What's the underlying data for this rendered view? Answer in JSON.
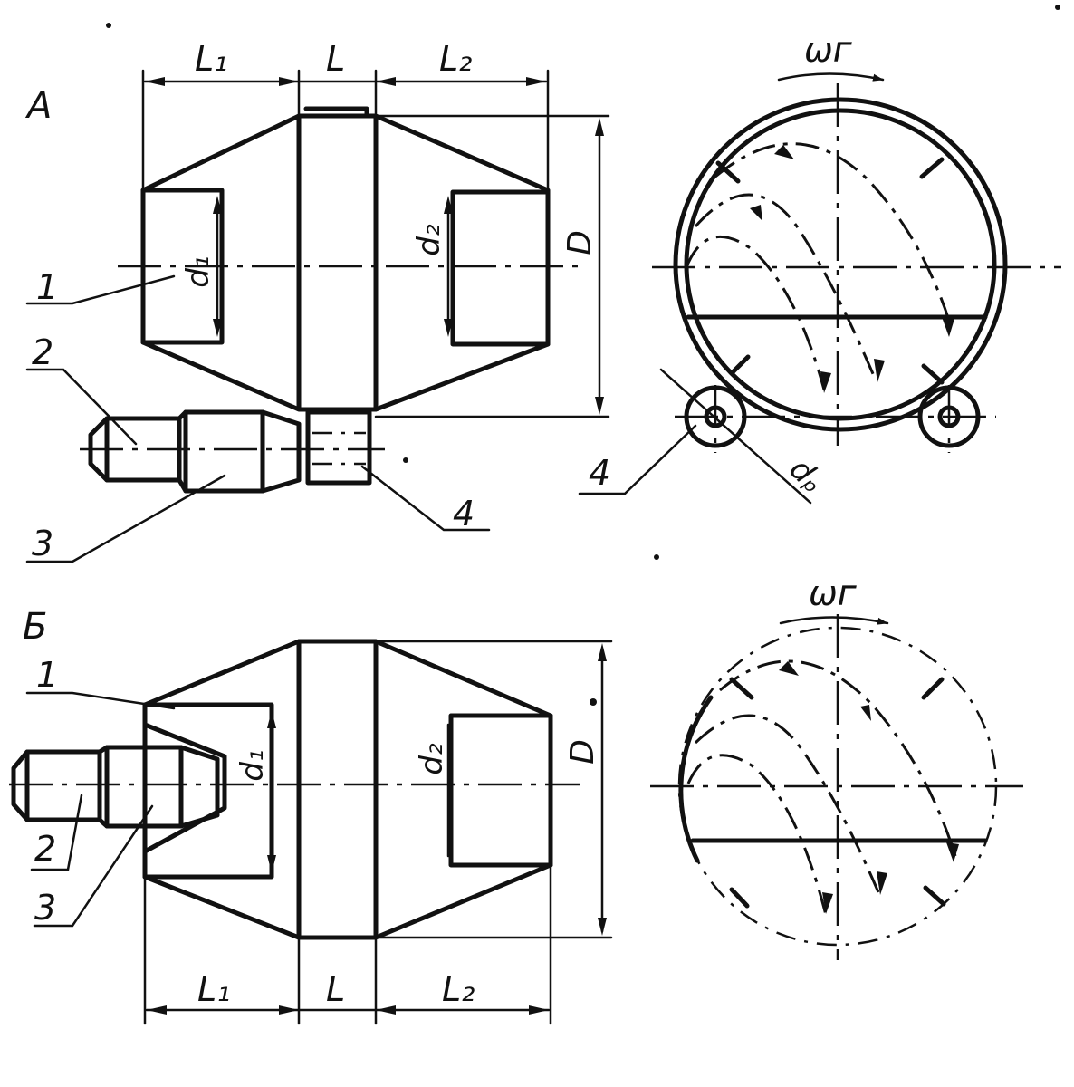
{
  "views": {
    "a": {
      "label": "A"
    },
    "b": {
      "label": "Б"
    }
  },
  "dimensions": {
    "l1": "L₁",
    "l": "L",
    "l2": "L₂",
    "d_big": "D",
    "d1": "d₁",
    "d2": "d₂",
    "d_roller": "dₚ",
    "omega": "ωᴦ"
  },
  "callouts": {
    "one": "1",
    "two": "2",
    "three": "3",
    "four": "4"
  }
}
